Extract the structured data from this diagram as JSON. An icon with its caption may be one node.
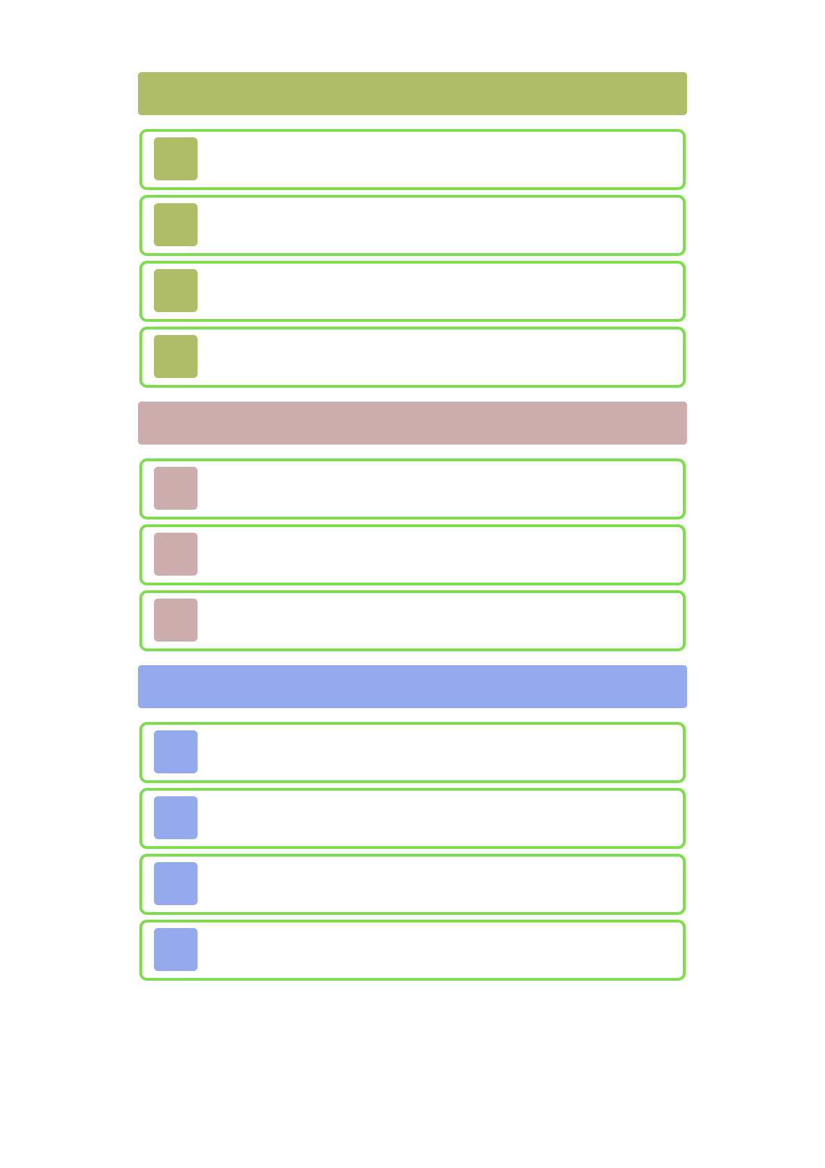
{
  "diagram": {
    "nodes": [
      {
        "text": [],
        "shape": "bar"
      },
      {
        "text": [],
        "shape": "box"
      },
      {
        "text": [],
        "shape": "box",
        "in": 1
      },
      {
        "text": [],
        "shape": "box"
      },
      {
        "text": [],
        "shape": "box",
        "in": 3
      },
      {
        "text": [],
        "shape": "box"
      },
      {
        "text": [],
        "shape": "box",
        "in": 5
      },
      {
        "text": [],
        "shape": "box"
      },
      {
        "text": [],
        "shape": "box",
        "in": 7
      },
      {
        "text": [],
        "shape": "bar"
      },
      {
        "text": [],
        "shape": "box"
      },
      {
        "text": [],
        "shape": "box",
        "in": 10
      },
      {
        "text": [],
        "shape": "box"
      },
      {
        "text": [],
        "shape": "box",
        "in": 12
      },
      {
        "text": [],
        "shape": "box"
      },
      {
        "text": [],
        "shape": "box",
        "in": 14
      },
      {
        "text": [],
        "shape": "bar"
      },
      {
        "text": [],
        "shape": "box"
      },
      {
        "text": [],
        "shape": "box",
        "in": 17
      },
      {
        "text": [],
        "shape": "box"
      },
      {
        "text": [],
        "shape": "box",
        "in": 19
      },
      {
        "text": [],
        "shape": "box"
      },
      {
        "text": [],
        "shape": "box",
        "in": 21
      },
      {
        "text": [],
        "shape": "box"
      },
      {
        "text": [],
        "shape": "box",
        "in": 23
      }
    ]
  }
}
